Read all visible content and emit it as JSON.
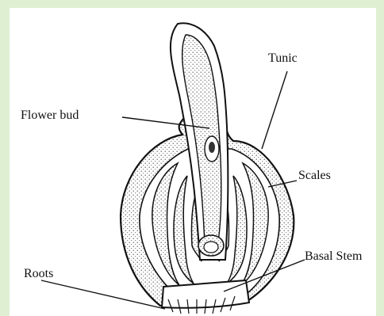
{
  "colors": {
    "border_green": "#dff0d2",
    "panel": "#ffffff",
    "ink": "#111111",
    "stipple_fill": "#cfcfcf"
  },
  "labels": {
    "tunic": "Tunic",
    "flower_bud": "Flower bud",
    "scales": "Scales",
    "basal_stem": "Basal Stem",
    "roots": "Roots"
  }
}
